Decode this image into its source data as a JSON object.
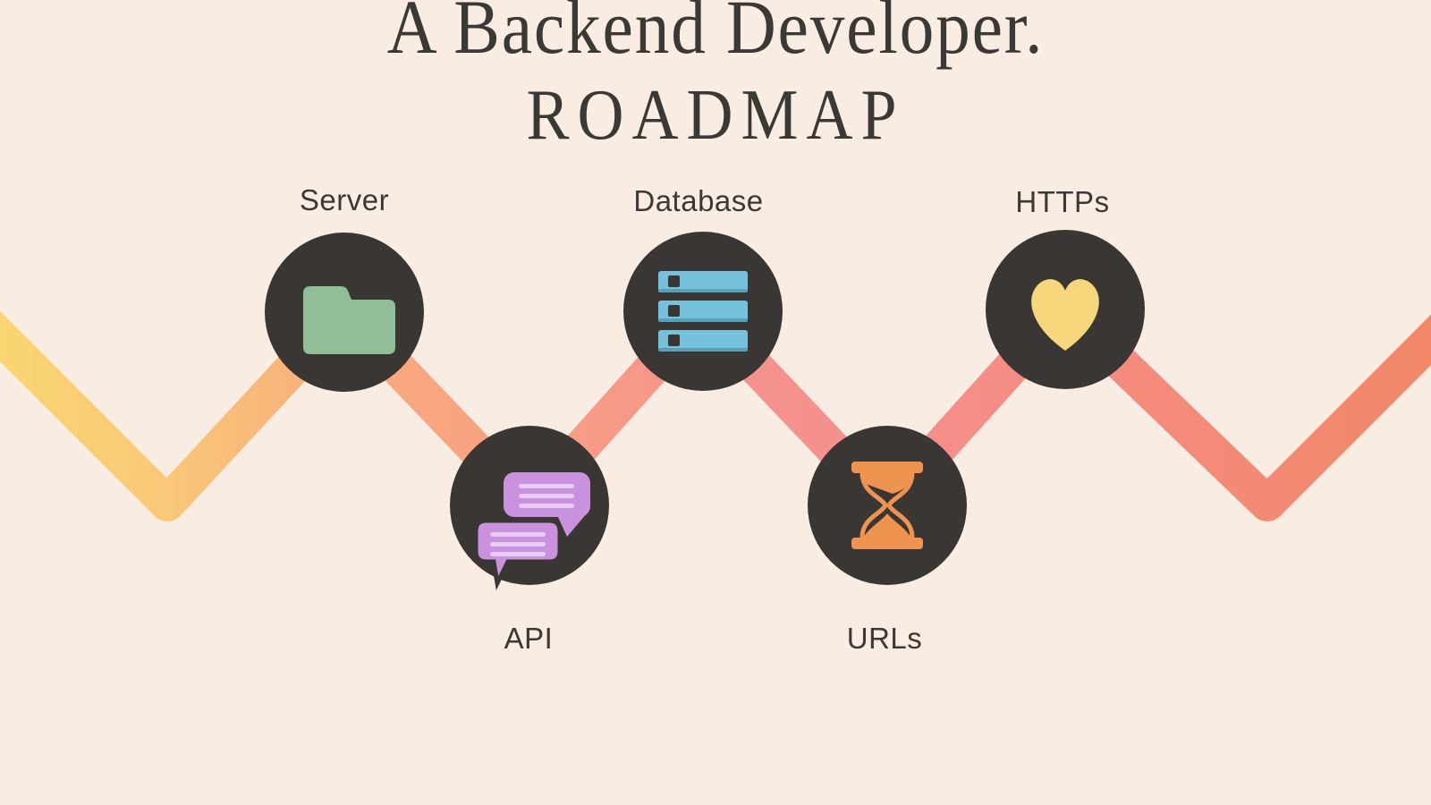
{
  "title": {
    "line1": "A Backend Developer.",
    "line2": "ROADMAP"
  },
  "nodes": [
    {
      "id": "server",
      "label": "Server",
      "icon": "folder-icon",
      "icon_color": "#90bf97",
      "row": "top"
    },
    {
      "id": "api",
      "label": "API",
      "icon": "chat-bubbles-icon",
      "icon_color": "#ca92de",
      "row": "bottom"
    },
    {
      "id": "database",
      "label": "Database",
      "icon": "server-stack-icon",
      "icon_color": "#75c2dd",
      "row": "top"
    },
    {
      "id": "urls",
      "label": "URLs",
      "icon": "hourglass-icon",
      "icon_color": "#ef9351",
      "row": "bottom"
    },
    {
      "id": "https",
      "label": "HTTPs",
      "icon": "heart-icon",
      "icon_color": "#f6d77c",
      "row": "top"
    }
  ],
  "colors": {
    "background": "#f9ede3",
    "ink": "#3b3936",
    "circle": "#393633",
    "folder_green": "#90bf97",
    "bubble_purple": "#ca92de",
    "bubble_line": "#e7ccf3",
    "db_blue": "#75c2dd",
    "db_edge": "#56a0ba",
    "hourglass_orange": "#ef9351",
    "heart_yellow": "#f6d77c",
    "line_grad_0": "#f9d671",
    "line_grad_1": "#f9c878",
    "line_grad_2": "#f8ab7c",
    "line_grad_3": "#f7a083",
    "line_grad_4": "#f6938e",
    "line_grad_5": "#f5908c",
    "line_grad_6": "#f58b80",
    "line_grad_7": "#f38a74",
    "line_grad_8": "#f28768"
  }
}
